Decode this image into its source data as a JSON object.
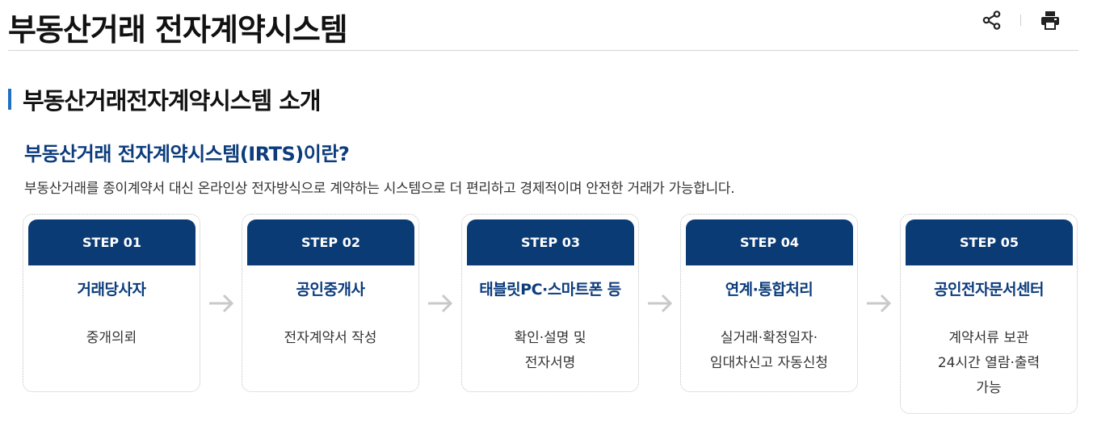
{
  "header": {
    "title": "부동산거래 전자계약시스템",
    "share_icon": "share-icon",
    "print_icon": "print-icon"
  },
  "section": {
    "title": "부동산거래전자계약시스템 소개"
  },
  "intro": {
    "subtitle": "부동산거래 전자계약시스템(IRTS)이란?",
    "description": "부동산거래를 종이계약서 대신 온라인상 전자방식으로 계약하는 시스템으로 더 편리하고 경제적이며 안전한 거래가 가능합니다."
  },
  "colors": {
    "step_header_bg": "#0b3b74",
    "step_title_text": "#0c3c7c",
    "section_bar": "#1f6fc5",
    "arrow": "#c9c9c9"
  },
  "steps": [
    {
      "label": "STEP 01",
      "name": "거래당사자",
      "desc": [
        "중개의뢰"
      ]
    },
    {
      "label": "STEP 02",
      "name": "공인중개사",
      "desc": [
        "전자계약서 작성"
      ]
    },
    {
      "label": "STEP 03",
      "name": "태블릿PC·스마트폰 등",
      "desc": [
        "확인·설명 및",
        "전자서명"
      ]
    },
    {
      "label": "STEP 04",
      "name": "연계·통합처리",
      "desc": [
        "실거래·확정일자·",
        "임대차신고 자동신청"
      ]
    },
    {
      "label": "STEP 05",
      "name": "공인전자문서센터",
      "desc": [
        "계약서류 보관",
        "24시간 열람·출력",
        "가능"
      ]
    }
  ]
}
